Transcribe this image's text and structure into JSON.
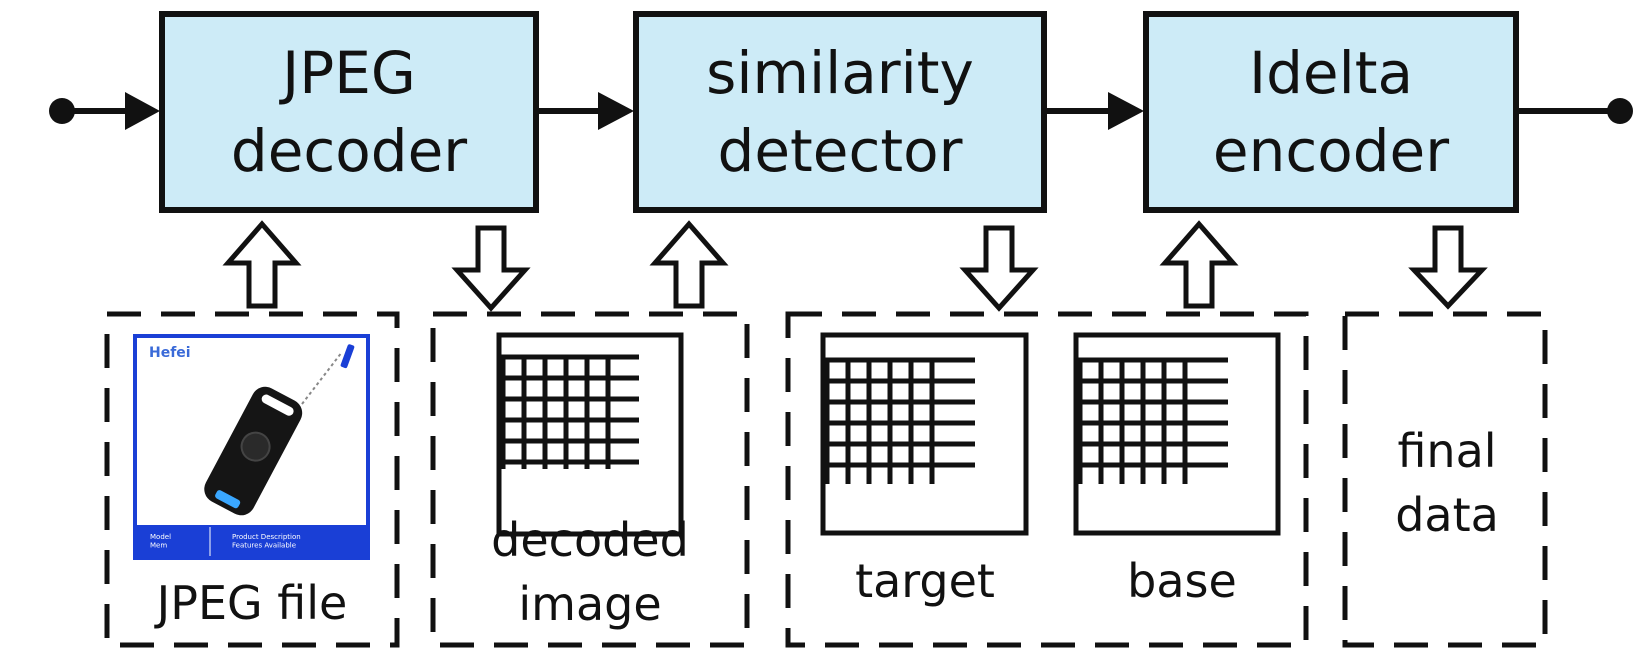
{
  "colors": {
    "box_fill": "#cdebf7",
    "stroke": "#111111",
    "photo_frame": "#1a3fd6"
  },
  "pipeline": {
    "stages": [
      {
        "line1": "JPEG",
        "line2": "decoder"
      },
      {
        "line1": "similarity",
        "line2": "detector"
      },
      {
        "line1": "Idelta",
        "line2": "encoder"
      }
    ]
  },
  "data_items": {
    "jpeg_file": {
      "label": "JPEG file",
      "photo_logo": "Hefei",
      "photo_footer_left": "Model\nMem",
      "photo_footer_right": "Product Description\nFeatures Available"
    },
    "decoded_image": {
      "line1": "decoded",
      "line2": "image"
    },
    "target": {
      "label": "target"
    },
    "base": {
      "label": "base"
    },
    "final_data": {
      "line1": "final",
      "line2": "data"
    }
  }
}
